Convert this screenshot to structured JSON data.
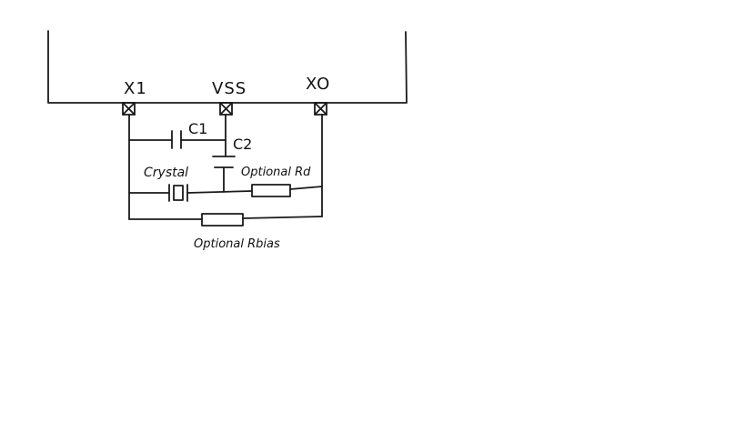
{
  "diagram": {
    "pins": {
      "x1": "X1",
      "vss": "VSS",
      "xo": "XO"
    },
    "labels": {
      "c1": "C1",
      "c2": "C2",
      "crystal": "Crystal",
      "rd": "Optional Rd",
      "rbias": "Optional Rbias"
    },
    "colors": {
      "ink": "#1a1a1a",
      "background": "#ffffff"
    }
  }
}
